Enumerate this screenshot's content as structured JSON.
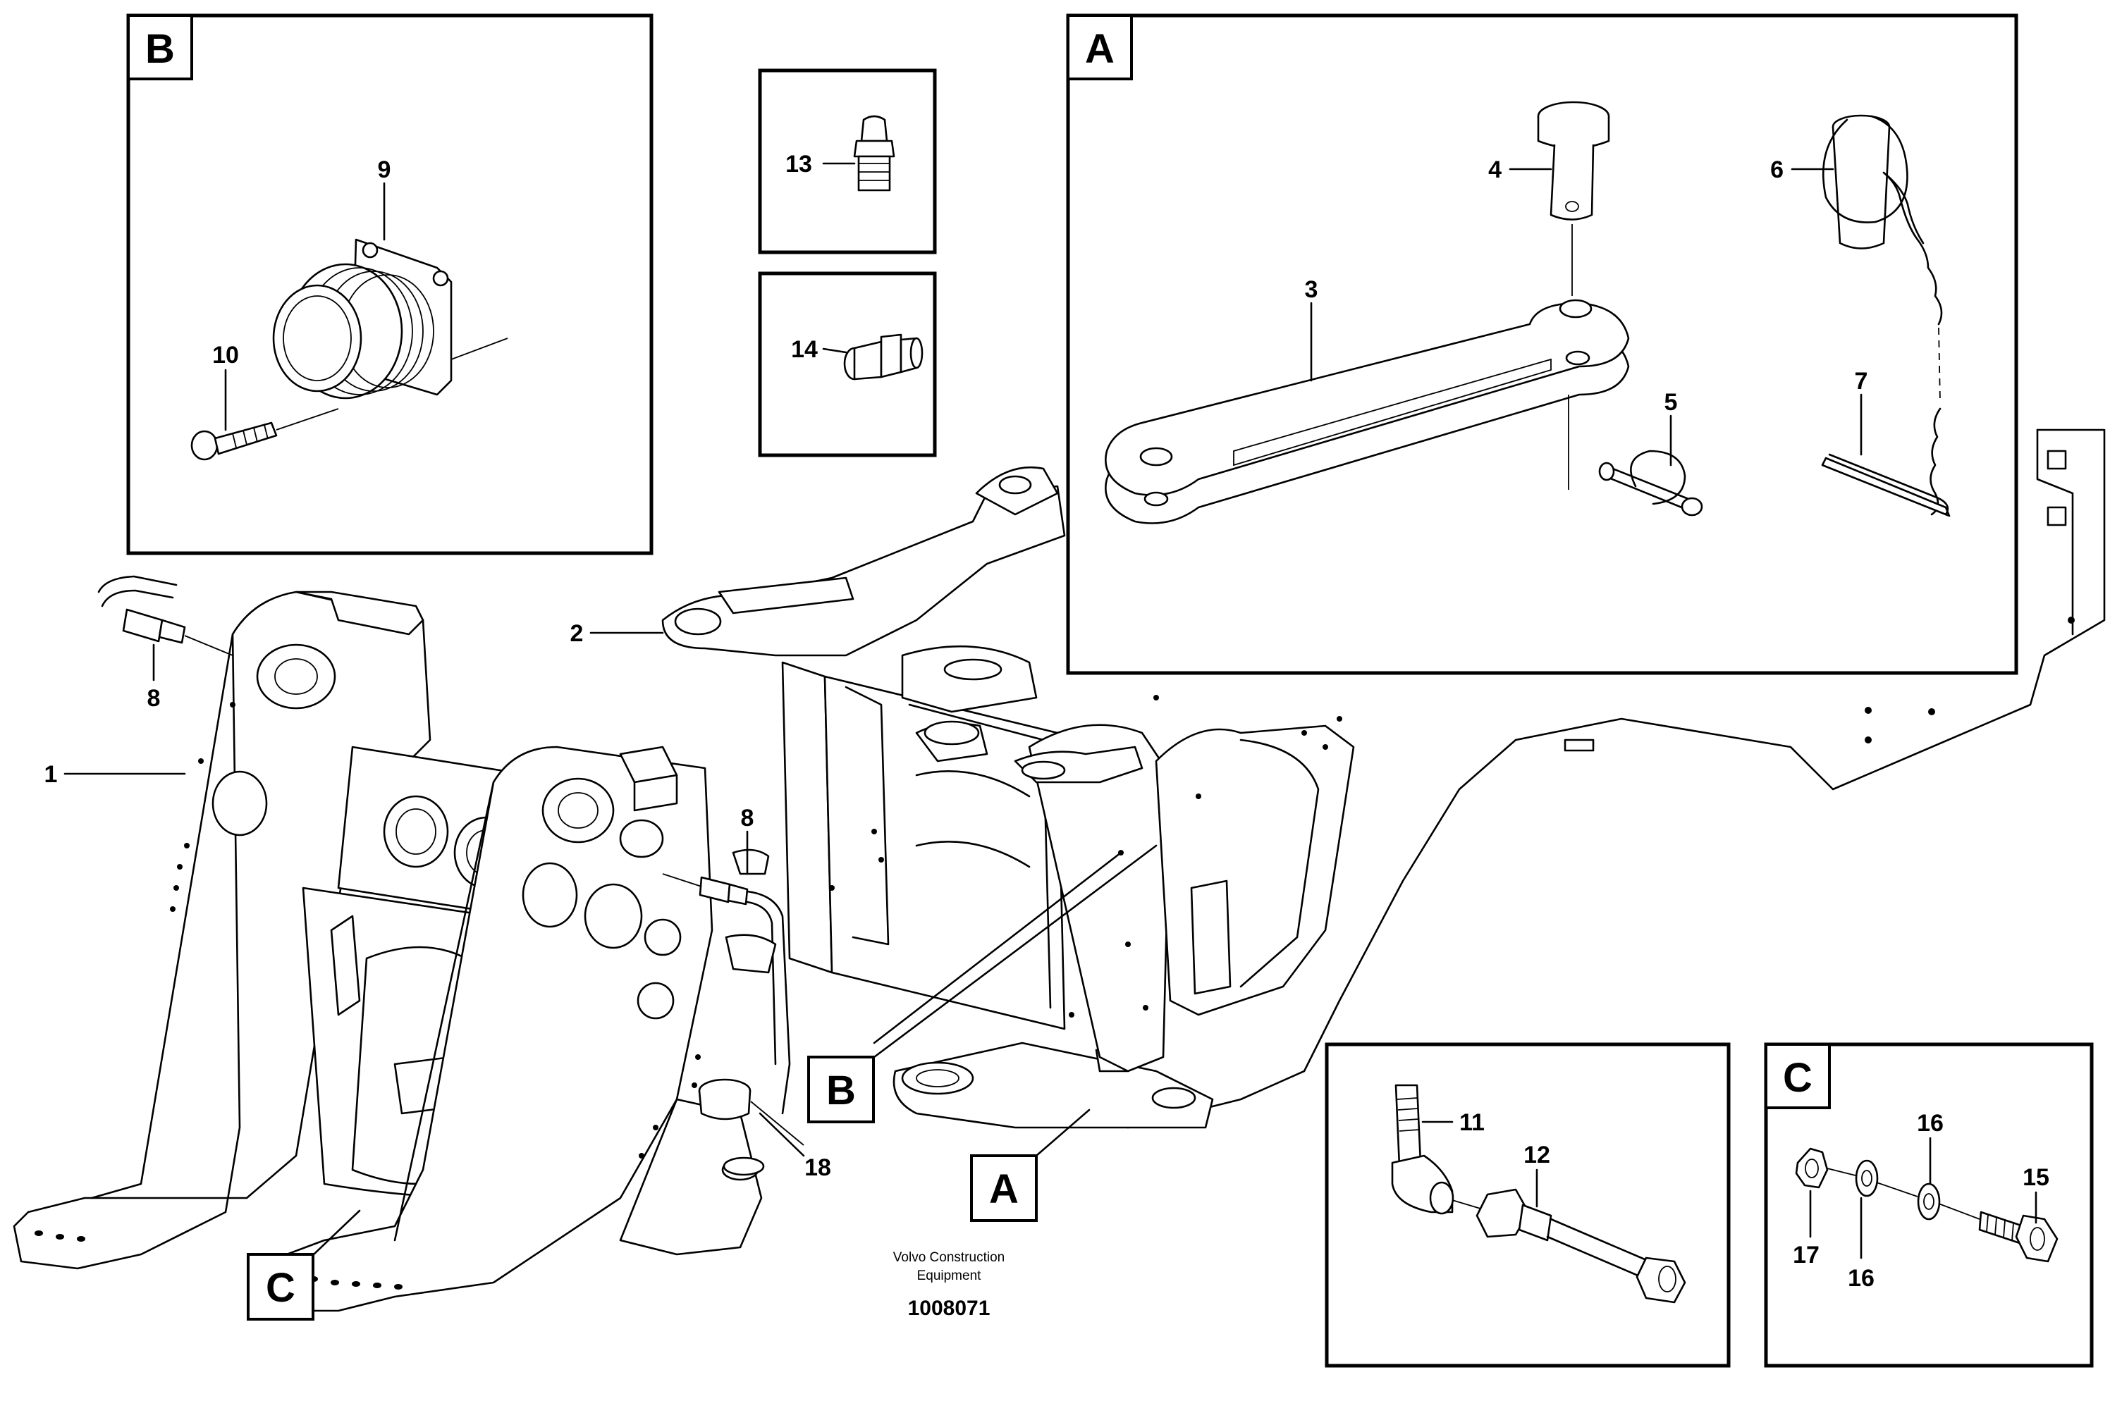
{
  "callouts": {
    "c1": "1",
    "c2": "2",
    "c3": "3",
    "c4": "4",
    "c5": "5",
    "c6": "6",
    "c7": "7",
    "c8a": "8",
    "c8b": "8",
    "c9": "9",
    "c10": "10",
    "c11": "11",
    "c12": "12",
    "c13": "13",
    "c14": "14",
    "c15": "15",
    "c16a": "16",
    "c16b": "16",
    "c17": "17",
    "c18": "18"
  },
  "detail_tags": {
    "box_a": "A",
    "box_b": "B",
    "box_c": "C",
    "ref_a": "A",
    "ref_b": "B",
    "ref_c": "C"
  },
  "caption": {
    "line1": "Volvo Construction",
    "line2": "Equipment",
    "doc_number": "1008071"
  }
}
